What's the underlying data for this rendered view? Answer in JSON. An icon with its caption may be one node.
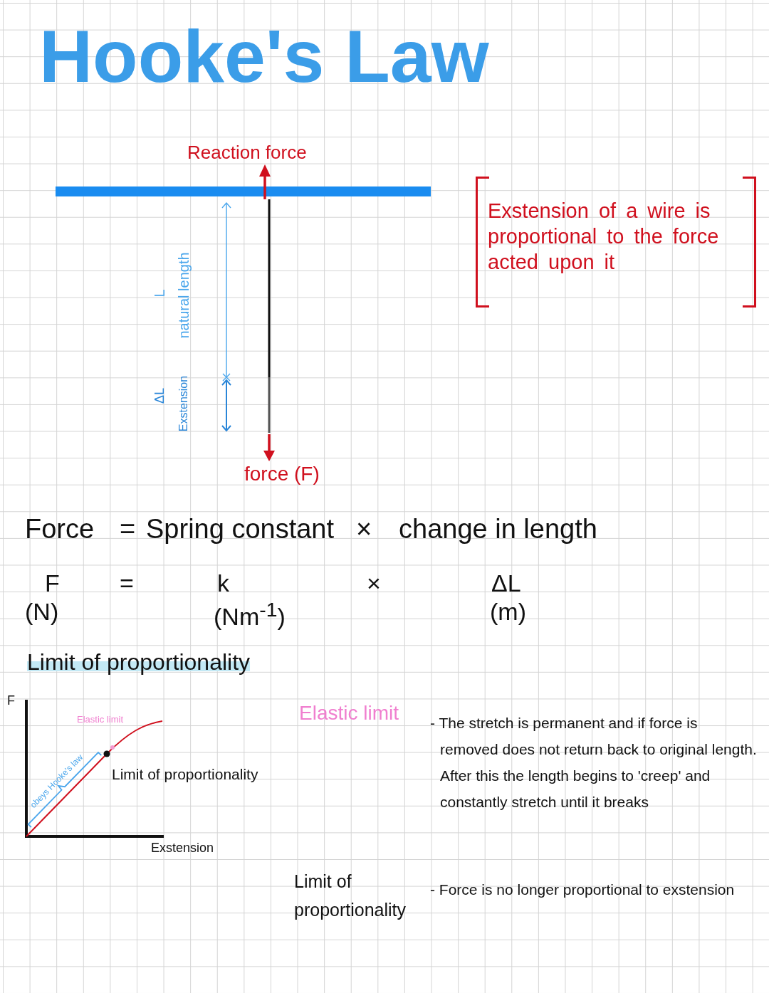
{
  "diagram": {
    "title": "Hooke's Law",
    "nodes": [
      {
        "text": [
          "Exstension of a wire is proportional to the force acted upon it"
        ]
      }
    ],
    "labels": [
      "Reaction force",
      "L",
      "natural length",
      "ΔL",
      "Exstension",
      "force (F)",
      "Force",
      "=",
      "Spring constant",
      "×",
      "change in length",
      "F",
      "=",
      "k",
      "×",
      "ΔL",
      "(N)",
      "(Nm$^{-1}$)",
      "(m)",
      "Limit of proportionality",
      "F",
      "Elastic limit",
      "obeys Hooke's law",
      "Limit of proportionality",
      "Exstension",
      "Elastic limit",
      "- The stretch is permanent and if force is removed does not return back to original length. After this the length begins to 'creep' and constantly stretch until it breaks",
      "Limit of proportionality",
      "- Force is no longer proportional to exstension"
    ]
  }
}
